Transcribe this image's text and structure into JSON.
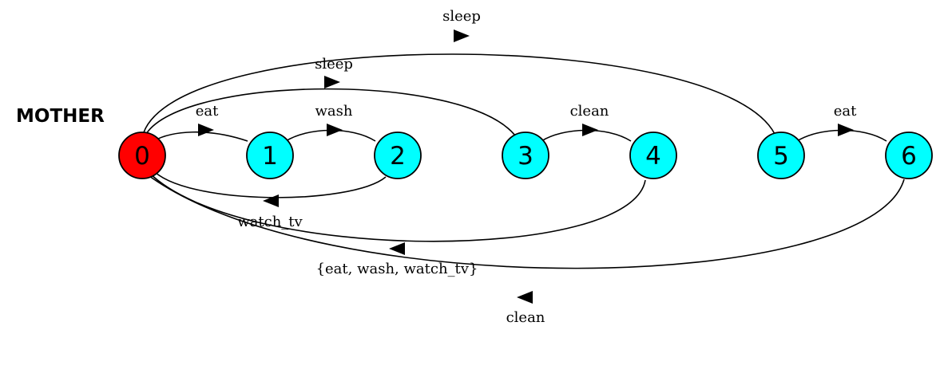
{
  "title": "MOTHER",
  "colors": {
    "initial_state": "#ff0000",
    "state": "#00ffff",
    "stroke": "#000000"
  },
  "states": [
    {
      "id": "0",
      "label": "0",
      "initial": true
    },
    {
      "id": "1",
      "label": "1",
      "initial": false
    },
    {
      "id": "2",
      "label": "2",
      "initial": false
    },
    {
      "id": "3",
      "label": "3",
      "initial": false
    },
    {
      "id": "4",
      "label": "4",
      "initial": false
    },
    {
      "id": "5",
      "label": "5",
      "initial": false
    },
    {
      "id": "6",
      "label": "6",
      "initial": false
    }
  ],
  "transitions": [
    {
      "from": "0",
      "to": "1",
      "label": "eat"
    },
    {
      "from": "1",
      "to": "2",
      "label": "wash"
    },
    {
      "from": "2",
      "to": "0",
      "label": "watch_tv"
    },
    {
      "from": "0",
      "to": "3",
      "label": "sleep"
    },
    {
      "from": "3",
      "to": "4",
      "label": "clean"
    },
    {
      "from": "4",
      "to": "0",
      "label": "{eat, wash, watch_tv}"
    },
    {
      "from": "0",
      "to": "5",
      "label": "sleep"
    },
    {
      "from": "5",
      "to": "6",
      "label": "eat"
    },
    {
      "from": "6",
      "to": "0",
      "label": "clean"
    }
  ]
}
